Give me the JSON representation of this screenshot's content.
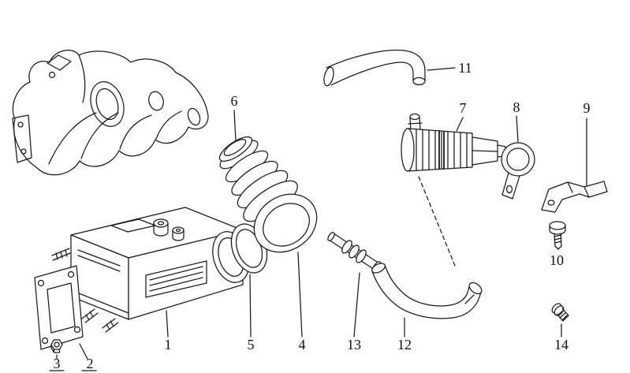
{
  "diagram": {
    "kind": "technical-parts-diagram",
    "background_color": "#ffffff",
    "line_color": "#1a1a1a",
    "callouts": [
      {
        "label": "1"
      },
      {
        "label": "2"
      },
      {
        "label": "3"
      },
      {
        "label": "4"
      },
      {
        "label": "5"
      },
      {
        "label": "6"
      },
      {
        "label": "7"
      },
      {
        "label": "8"
      },
      {
        "label": "9"
      },
      {
        "label": "10"
      },
      {
        "label": "11"
      },
      {
        "label": "12"
      },
      {
        "label": "13"
      },
      {
        "label": "14"
      }
    ]
  }
}
